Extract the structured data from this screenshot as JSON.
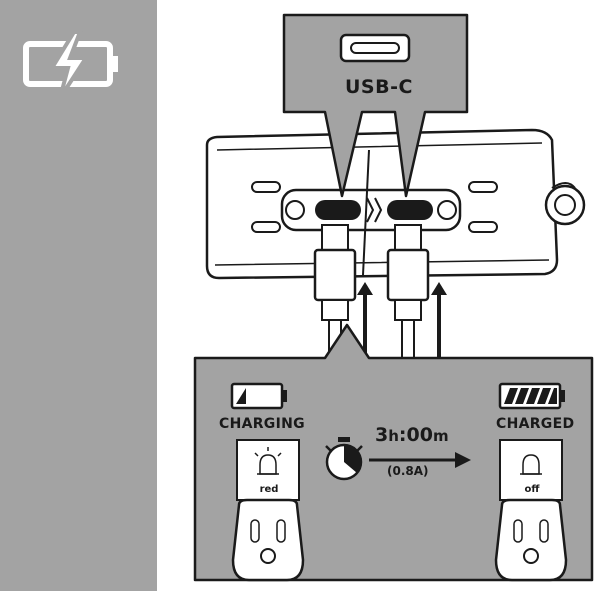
{
  "sidebar": {
    "icon": "battery-charging-icon",
    "background": "#a3a3a3"
  },
  "diagram": {
    "port_label": "USB-C",
    "state_charging": "CHARGING",
    "state_charged": "CHARGED",
    "duration_hours": "3",
    "duration_hours_unit": "h",
    "duration_minutes": ":00",
    "duration_minutes_unit": "m",
    "current": "(0.8A)",
    "led_charging": "red",
    "led_charged": "off",
    "icons": [
      "usb-c-port-icon",
      "battery-empty-icon",
      "battery-full-icon",
      "stopwatch-icon",
      "led-indicator-icon",
      "arrow-right-icon"
    ]
  }
}
